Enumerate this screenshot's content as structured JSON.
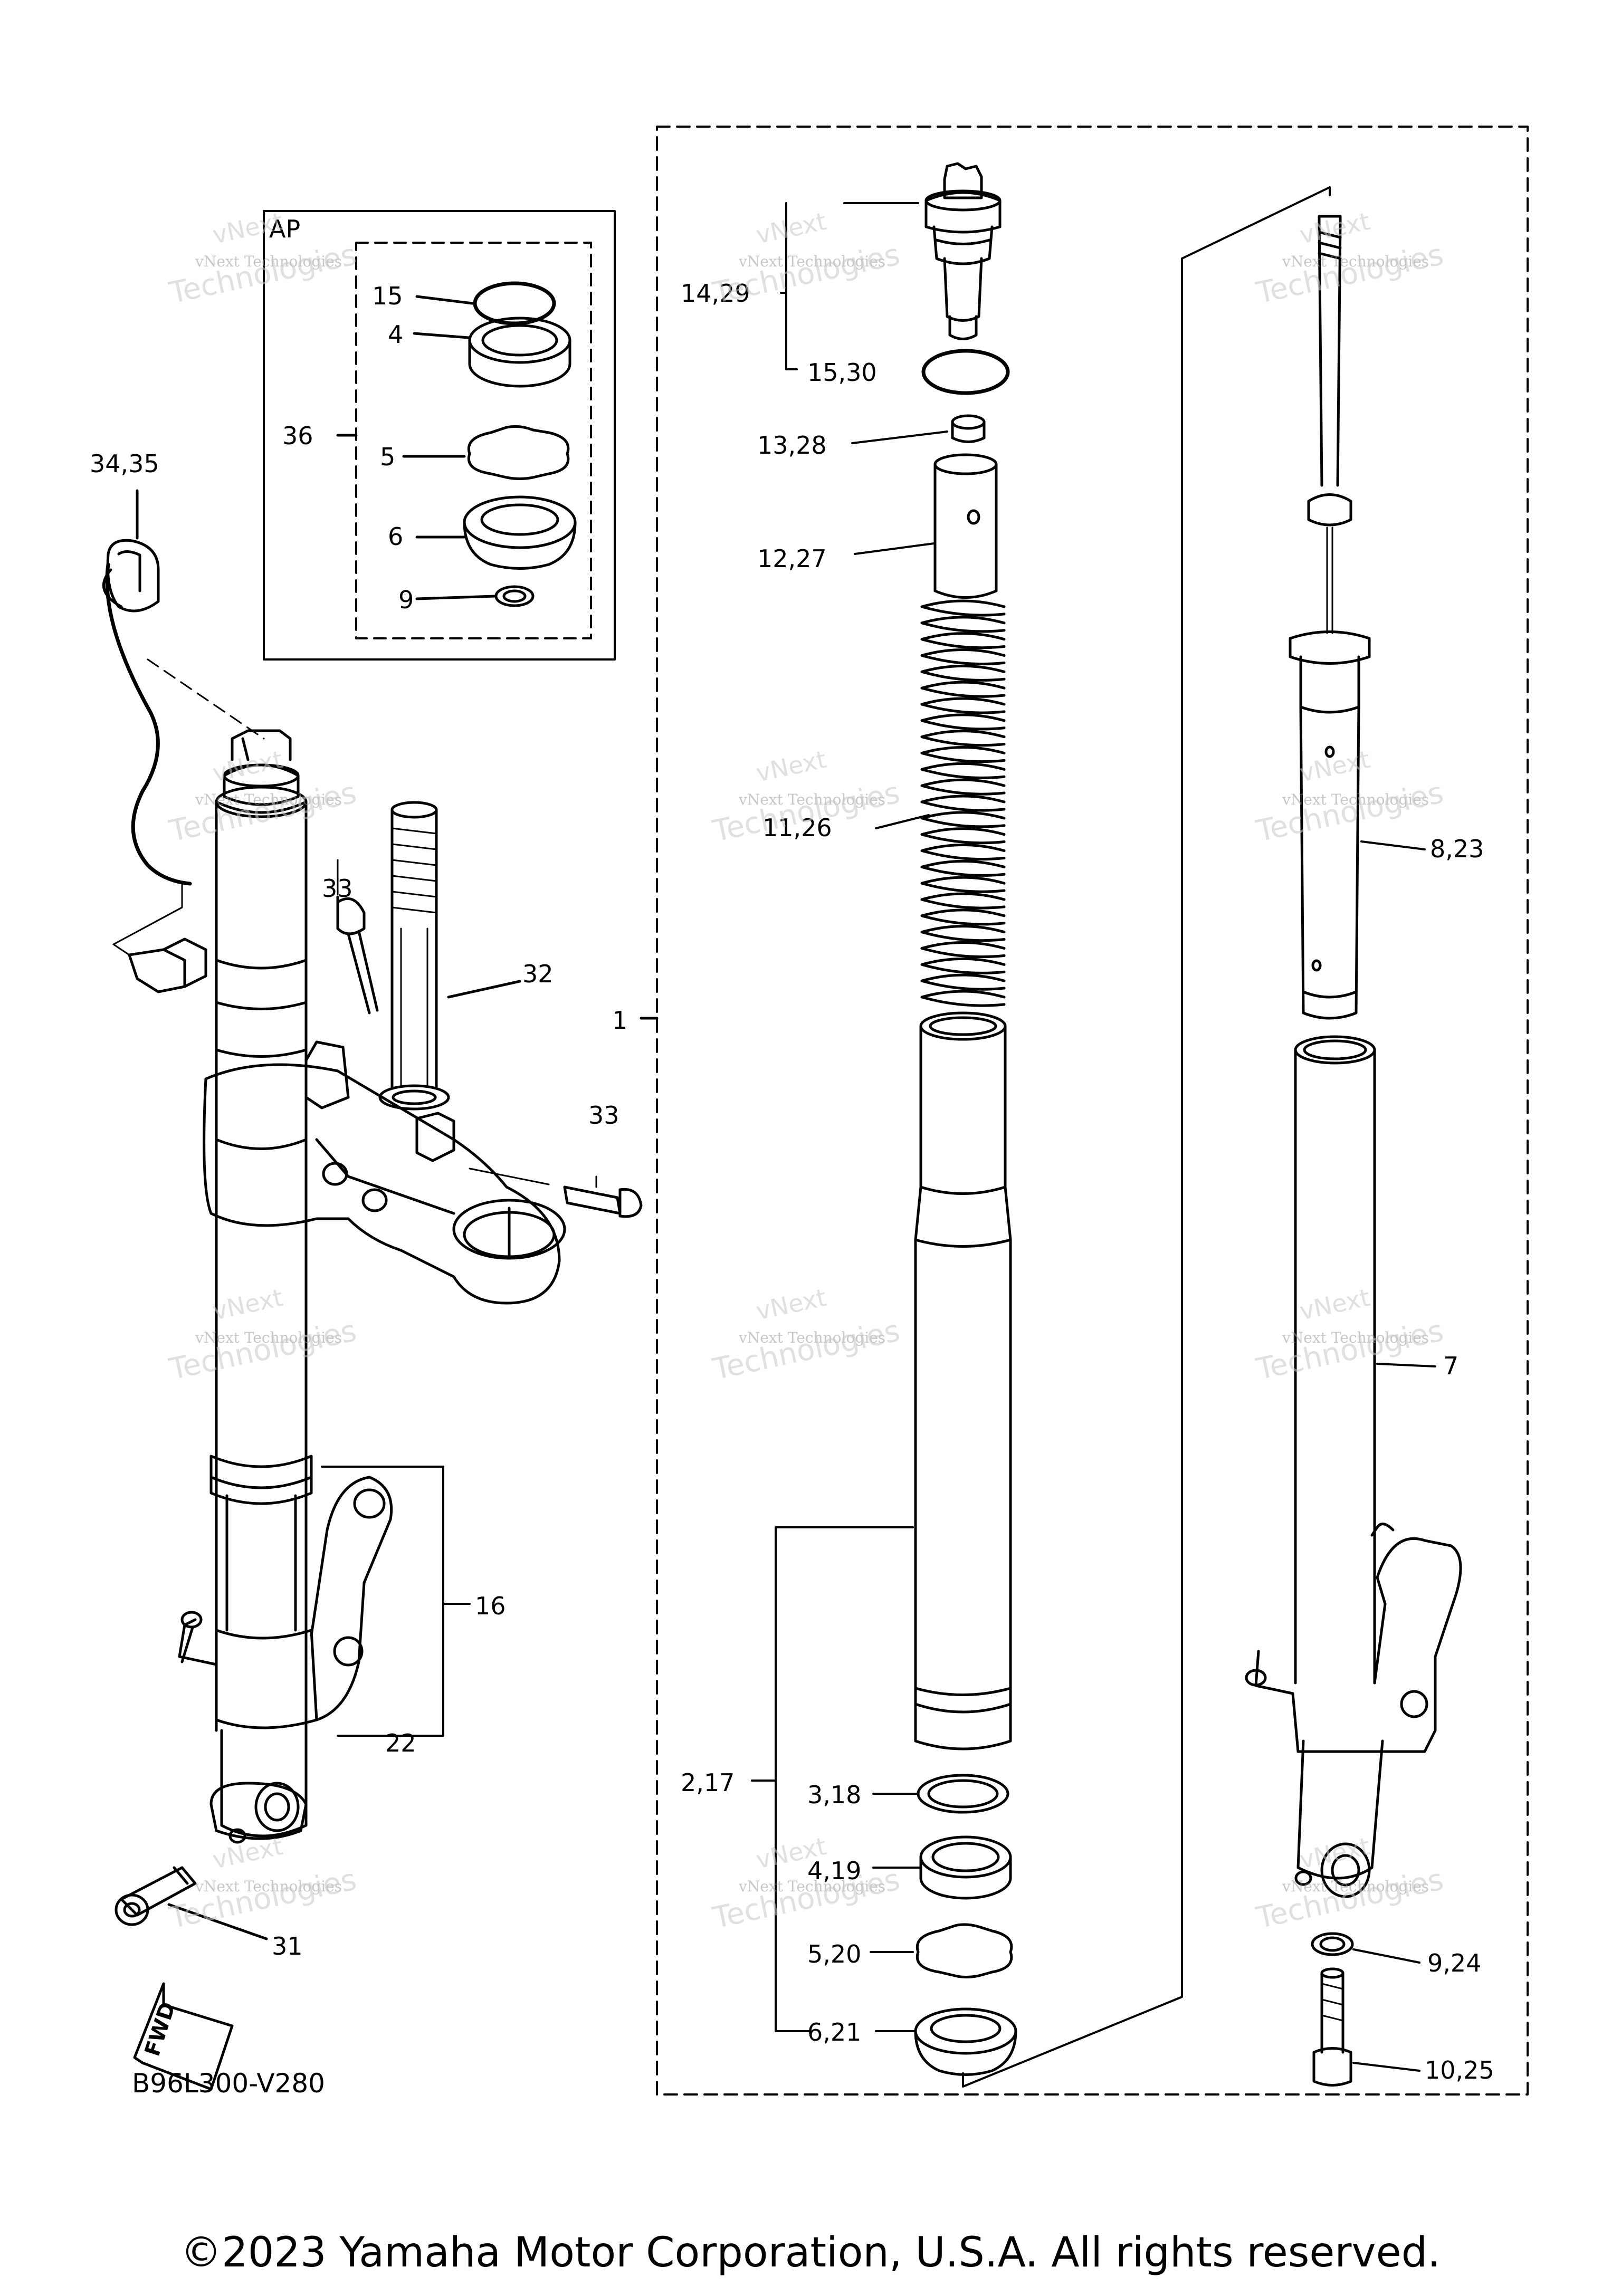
{
  "ap_box": {
    "title": "AP",
    "kit_number": "36"
  },
  "parts": [
    {
      "id": "p15",
      "text": "15"
    },
    {
      "id": "p4",
      "text": "4"
    },
    {
      "id": "p5",
      "text": "5"
    },
    {
      "id": "p6",
      "text": "6"
    },
    {
      "id": "p9",
      "text": "9"
    },
    {
      "id": "p3435",
      "text": "34,35"
    },
    {
      "id": "p33a",
      "text": "33"
    },
    {
      "id": "p32",
      "text": "32"
    },
    {
      "id": "p33b",
      "text": "33"
    },
    {
      "id": "p16",
      "text": "16"
    },
    {
      "id": "p22",
      "text": "22"
    },
    {
      "id": "p31",
      "text": "31"
    },
    {
      "id": "p1",
      "text": "1"
    },
    {
      "id": "p1429",
      "text": "14,29"
    },
    {
      "id": "p1530",
      "text": "15,30"
    },
    {
      "id": "p1328",
      "text": "13,28"
    },
    {
      "id": "p1227",
      "text": "12,27"
    },
    {
      "id": "p1126",
      "text": "11,26"
    },
    {
      "id": "p823",
      "text": "8,23"
    },
    {
      "id": "p7",
      "text": "7"
    },
    {
      "id": "p217",
      "text": "2,17"
    },
    {
      "id": "p318",
      "text": "3,18"
    },
    {
      "id": "p419",
      "text": "4,19"
    },
    {
      "id": "p520",
      "text": "5,20"
    },
    {
      "id": "p621",
      "text": "6,21"
    },
    {
      "id": "p924",
      "text": "9,24"
    },
    {
      "id": "p1025",
      "text": "10,25"
    }
  ],
  "fwd_label": "FWD",
  "diagram_code": "B96L300-V280",
  "watermark": {
    "line1": "vNext",
    "line2": "vNext Technologies",
    "line3": "Technologies"
  },
  "copyright": "©2023 Yamaha Motor Corporation, U.S.A. All rights reserved."
}
